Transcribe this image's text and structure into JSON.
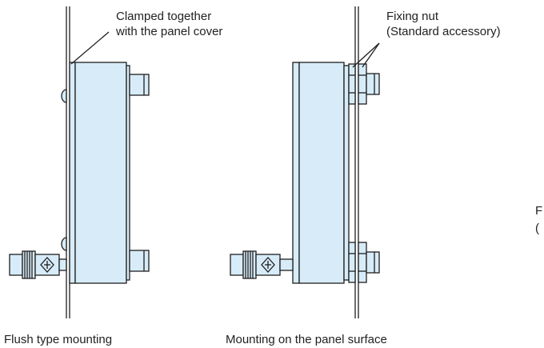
{
  "flush": {
    "label_line1": "Clamped together",
    "label_line2": "with the panel cover",
    "caption": "Flush type mounting"
  },
  "surface": {
    "label_line1": "Fixing nut",
    "label_line2": "(Standard accessory)",
    "caption": "Mounting on the panel surface"
  },
  "cropped_right": {
    "line1": "F",
    "line2": "("
  },
  "colors": {
    "body_fill": "#d7ecf8",
    "line": "#1f1f1f"
  }
}
